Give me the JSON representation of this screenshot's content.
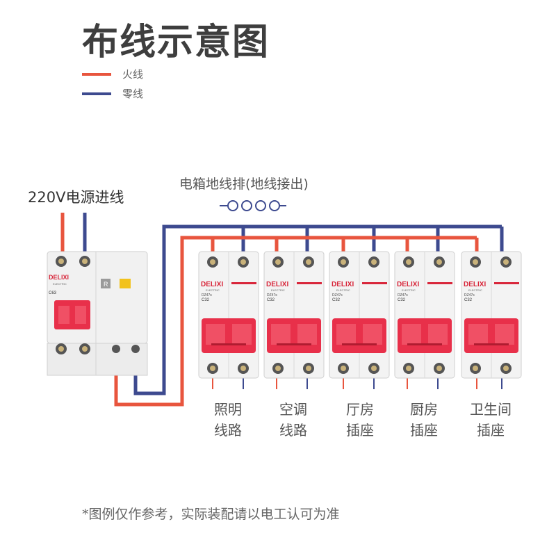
{
  "title": "布线示意图",
  "legend": [
    {
      "label": "火线",
      "color": "#e8553e"
    },
    {
      "label": "零线",
      "color": "#3d4a8f"
    }
  ],
  "power_in_label": "220V电源进线",
  "ground_bar_label": "电箱地线排(地线接出)",
  "main_breaker": {
    "brand": "DELIXI",
    "sub": "ELECTRIC",
    "model": "C63",
    "test_button": "R"
  },
  "branch_breaker": {
    "brand": "DELIXI",
    "sub": "ELECTRIC",
    "model_line1": "DZ47s",
    "model_line2": "C32"
  },
  "circuits": [
    {
      "line1": "照明",
      "line2": "线路"
    },
    {
      "line1": "空调",
      "line2": "线路"
    },
    {
      "line1": "厅房",
      "line2": "插座"
    },
    {
      "line1": "厨房",
      "line2": "插座"
    },
    {
      "line1": "卫生间",
      "line2": "插座"
    }
  ],
  "footnote": "*图例仅作参考，实际装配请以电工认可为准"
}
